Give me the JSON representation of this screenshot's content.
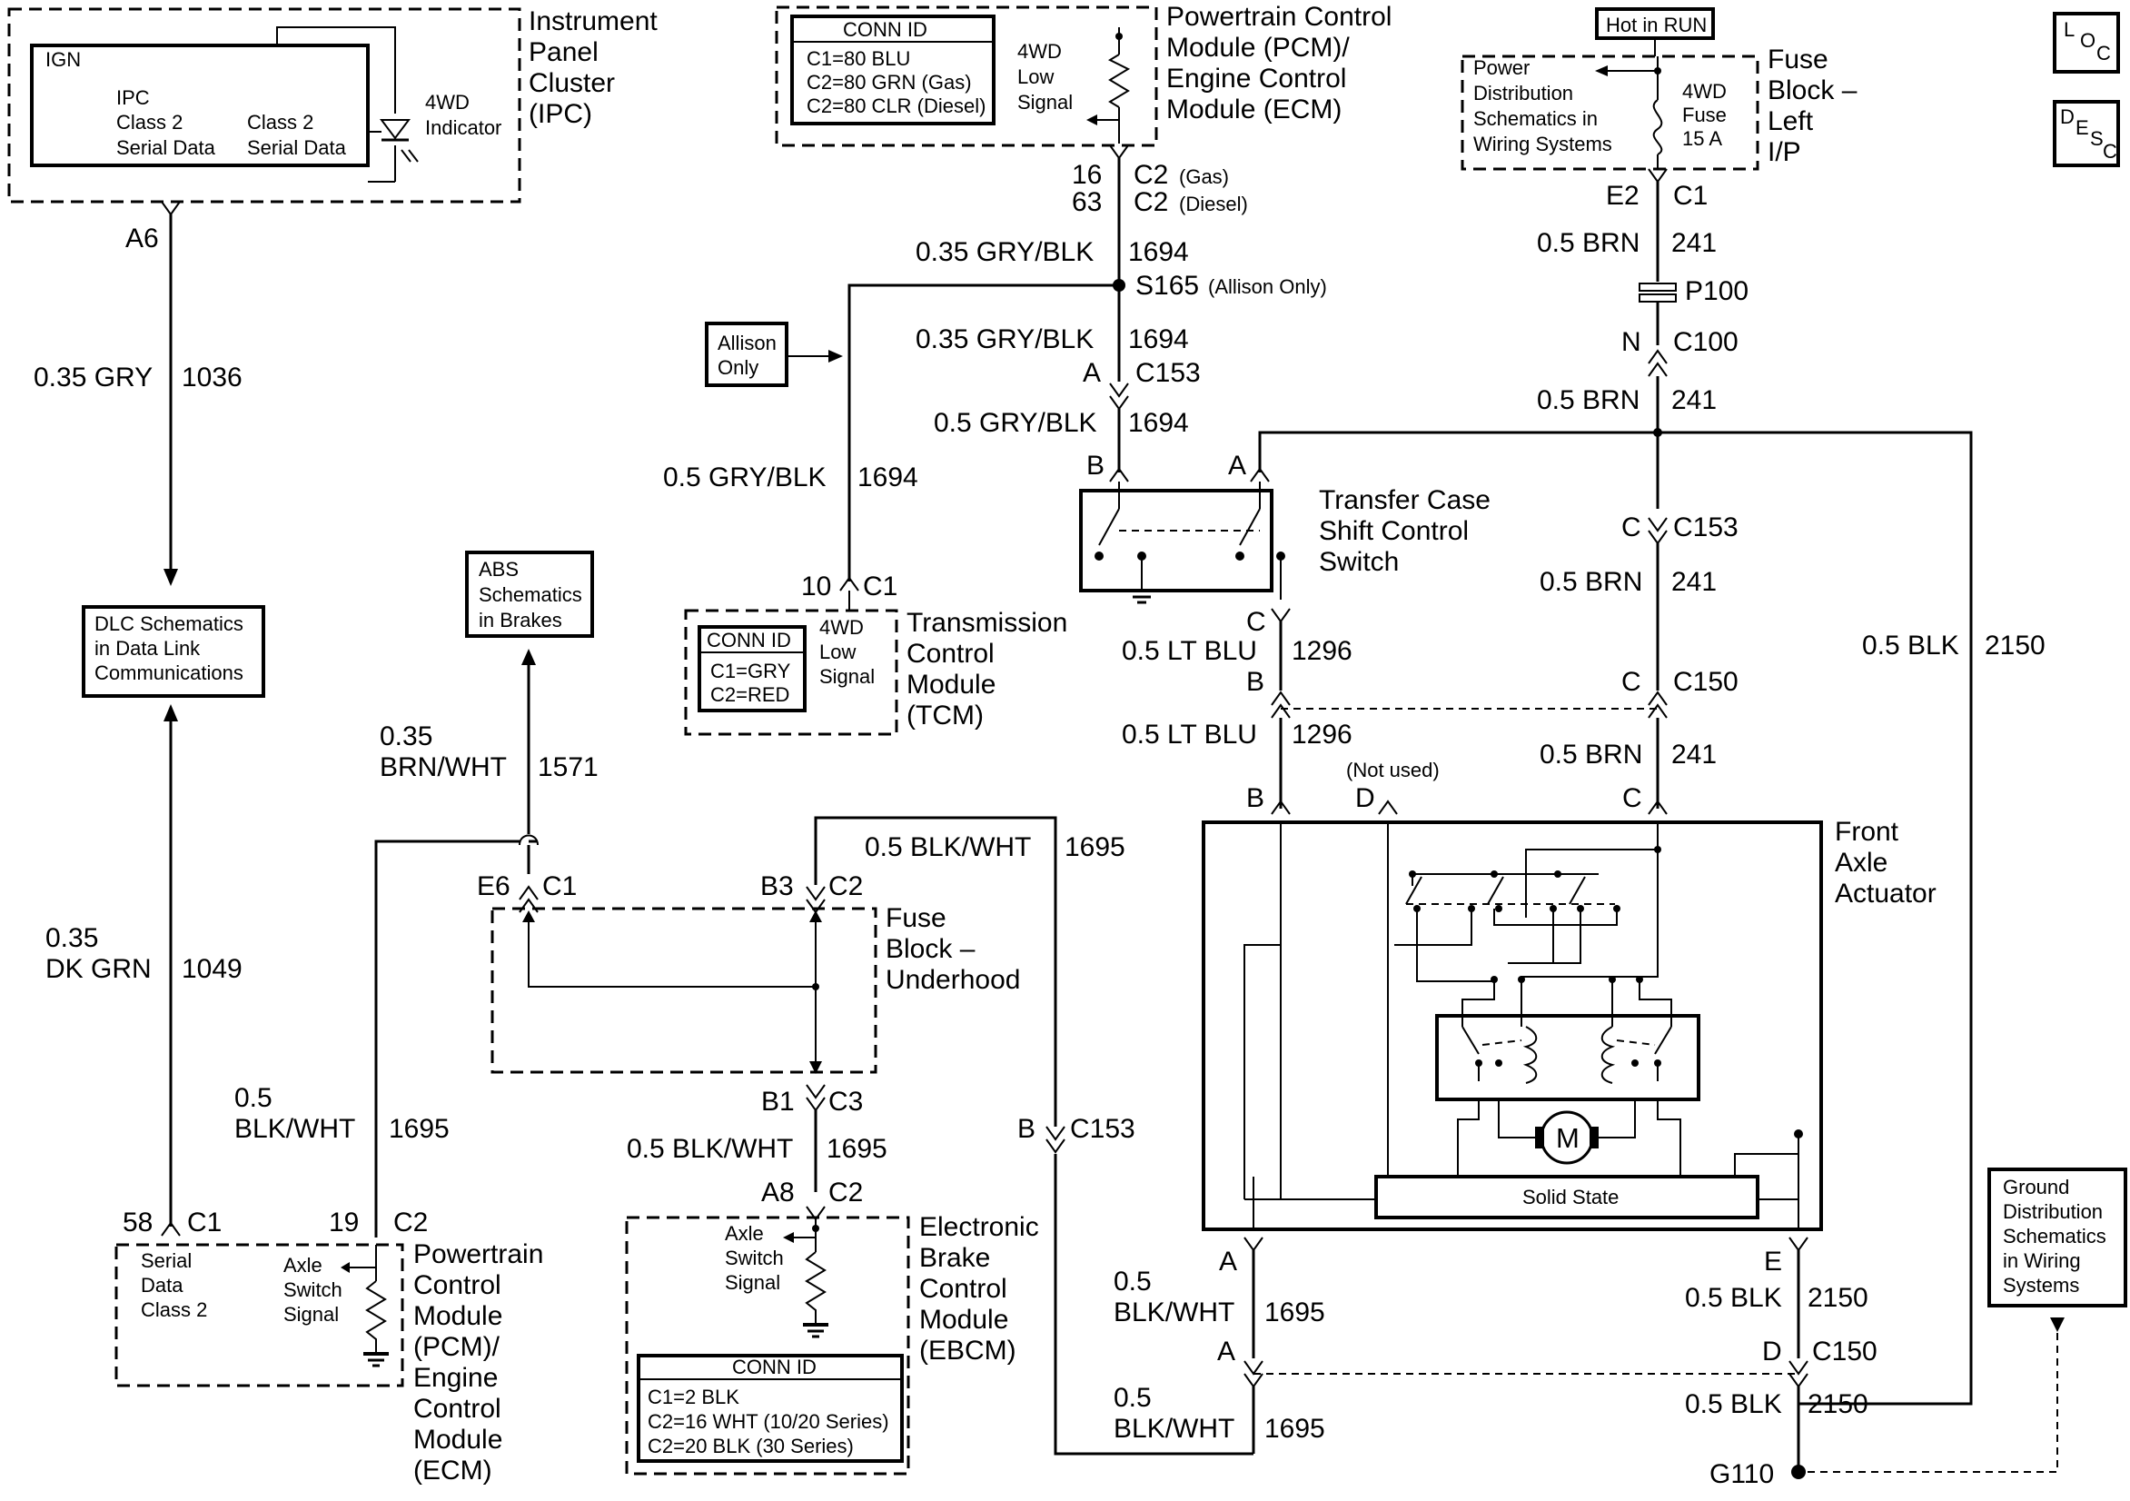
{
  "ipc": {
    "title": [
      "Instrument",
      "Panel",
      "Cluster",
      "(IPC)"
    ],
    "ign": "IGN",
    "ipc_label": "IPC",
    "class2a": [
      "Class 2",
      "Serial Data"
    ],
    "class2b": [
      "Class 2",
      "Serial Data"
    ],
    "indicator": [
      "4WD",
      "Indicator"
    ],
    "pin": "A6",
    "wire_size": "0.35 GRY",
    "circuit": "1036"
  },
  "dlc": {
    "text": [
      "DLC Schematics",
      "in Data Link",
      "Communications"
    ],
    "wire_size": [
      "0.35",
      "DK GRN"
    ],
    "circuit": "1049"
  },
  "pcm_top": {
    "title": [
      "Powertrain Control",
      "Module (PCM)/",
      "Engine Control",
      "Module (ECM)"
    ],
    "conn_id": "CONN ID",
    "conn_lines": [
      "C1=80 BLU",
      "C2=80 GRN (Gas)",
      "C2=80 CLR (Diesel)"
    ],
    "signal": [
      "4WD",
      "Low",
      "Signal"
    ],
    "pin_gas": "16",
    "pin_diesel": "63",
    "conn_gas": "C2",
    "conn_gas_note": "(Gas)",
    "conn_diesel": "C2",
    "conn_diesel_note": "(Diesel)"
  },
  "w1694": {
    "size1": "0.35 GRY/BLK",
    "circuit": "1694",
    "splice": "S165",
    "splice_note": "(Allison Only)",
    "size2": "0.35 GRY/BLK",
    "pin_c153": "A",
    "c153": "C153",
    "size3": "0.5 GRY/BLK",
    "size4": "0.5 GRY/BLK",
    "allison": [
      "Allison",
      "Only"
    ]
  },
  "tcm": {
    "title": [
      "Transmission",
      "Control",
      "Module",
      "(TCM)"
    ],
    "pin": "10",
    "conn": "C1",
    "conn_id": "CONN ID",
    "conn_lines": [
      "C1=GRY",
      "C2=RED"
    ],
    "signal": [
      "4WD",
      "Low",
      "Signal"
    ]
  },
  "fuse_ip": {
    "hot": "Hot in RUN",
    "title": [
      "Fuse",
      "Block –",
      "Left",
      "I/P"
    ],
    "power": [
      "Power",
      "Distribution",
      "Schematics in",
      "Wiring Systems"
    ],
    "fuse": [
      "4WD",
      "Fuse",
      "15 A"
    ],
    "pin": "E2",
    "conn": "C1"
  },
  "w241": {
    "size": "0.5 BRN",
    "circuit": "241",
    "p100": "P100",
    "pin_n": "N",
    "c100": "C100",
    "pin_c": "C",
    "c153": "C153",
    "c150": "C150"
  },
  "transfer_switch": {
    "title": [
      "Transfer Case",
      "Shift Control",
      "Switch"
    ],
    "pin_a": "A",
    "pin_b": "B",
    "pin_c": "C"
  },
  "w1296": {
    "size": "0.5 LT BLU",
    "circuit": "1296",
    "pin_b": "B"
  },
  "w2150": {
    "size": "0.5 BLK",
    "circuit": "2150"
  },
  "actuator": {
    "title": [
      "Front",
      "Axle",
      "Actuator"
    ],
    "pin_b": "B",
    "pin_d": "D",
    "not_used": "(Not used)",
    "pin_c": "C",
    "motor": "M",
    "solid_state": "Solid State",
    "pin_a": "A",
    "pin_e": "E"
  },
  "abs": {
    "text": [
      "ABS",
      "Schematics",
      "in Brakes"
    ],
    "wire_size": [
      "0.35",
      "BRN/WHT"
    ],
    "circuit": "1571"
  },
  "fuse_uh": {
    "title": [
      "Fuse",
      "Block –",
      "Underhood"
    ],
    "pin_e6": "E6",
    "c1": "C1",
    "pin_b3": "B3",
    "c2": "C2",
    "pin_b1": "B1",
    "c3": "C3"
  },
  "w1695": {
    "size": "0.5 BLK/WHT",
    "size_split": [
      "0.5",
      "BLK/WHT"
    ],
    "circuit": "1695",
    "pin_b": "B",
    "c153": "C153",
    "pin_a": "A",
    "c150": "C150",
    "pin_a8": "A8",
    "c2": "C2"
  },
  "pcm_bot": {
    "title": [
      "Powertrain",
      "Control",
      "Module",
      "(PCM)/",
      "Engine",
      "Control",
      "Module",
      "(ECM)"
    ],
    "pin58": "58",
    "c1": "C1",
    "pin19": "19",
    "c2": "C2",
    "serial": [
      "Serial",
      "Data",
      "Class 2"
    ],
    "axle": [
      "Axle",
      "Switch",
      "Signal"
    ]
  },
  "ebcm": {
    "title": [
      "Electronic",
      "Brake",
      "Control",
      "Module",
      "(EBCM)"
    ],
    "axle": [
      "Axle",
      "Switch",
      "Signal"
    ],
    "conn_id": "CONN ID",
    "conn_lines": [
      "C1=2 BLK",
      "C2=16 WHT (10/20 Series)",
      "C2=20 BLK (30 Series)"
    ]
  },
  "ground": {
    "text": [
      "Ground",
      "Distribution",
      "Schematics",
      "in Wiring",
      "Systems"
    ],
    "g110": "G110",
    "pin_d": "D",
    "pin_e": "E"
  },
  "icons": {
    "loc": [
      "L",
      "O",
      "C"
    ],
    "desc": [
      "D",
      "E",
      "S",
      "C"
    ]
  }
}
